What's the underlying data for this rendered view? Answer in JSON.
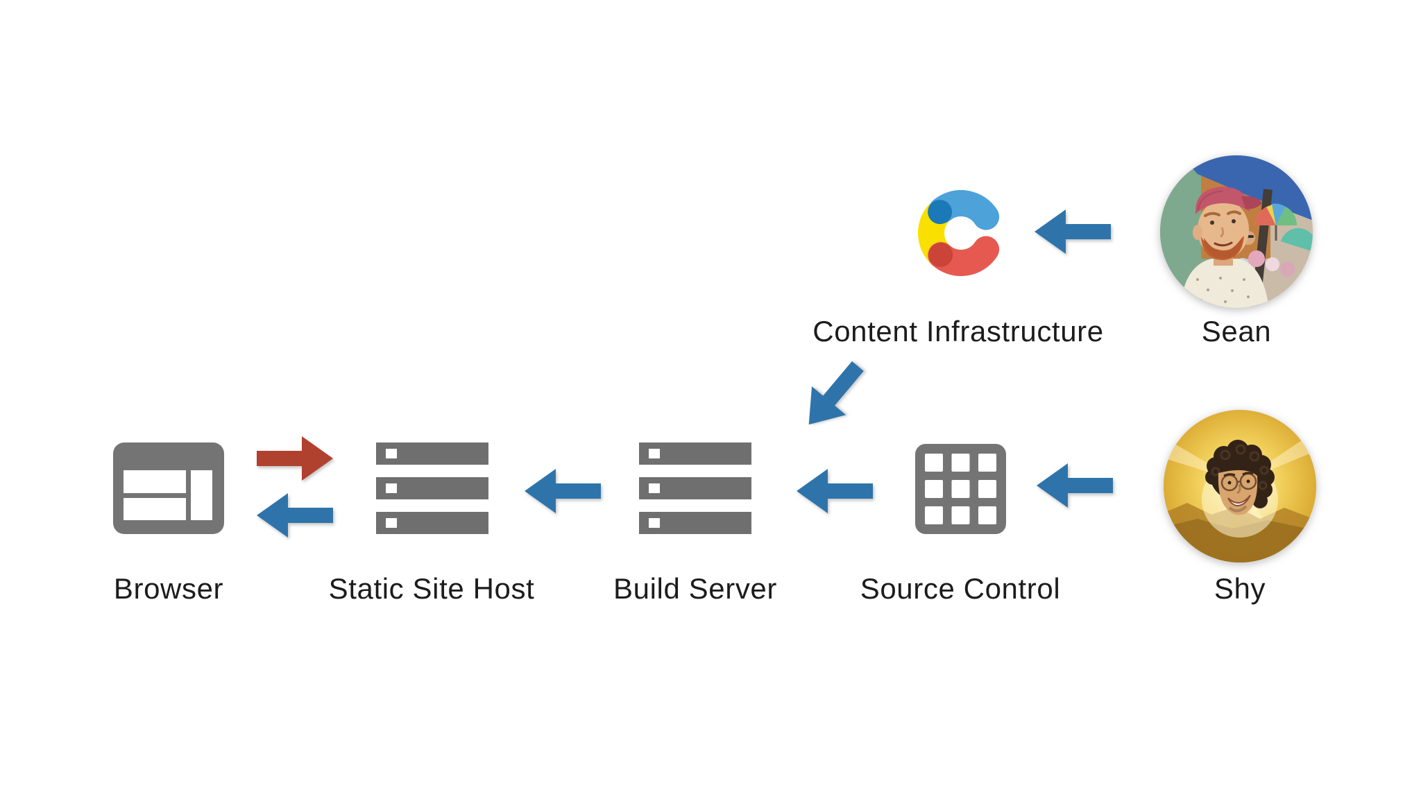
{
  "diagram": {
    "background": "#FFFFFF",
    "nodes": {
      "browser": {
        "label": "Browser",
        "icon": "browser-window-icon"
      },
      "static_site_host": {
        "label": "Static Site Host",
        "icon": "server-stack-icon"
      },
      "build_server": {
        "label": "Build Server",
        "icon": "server-stack-icon"
      },
      "source_control": {
        "label": "Source Control",
        "icon": "grid-icon"
      },
      "content_infrastructure": {
        "label": "Content Infrastructure",
        "icon": "contentful-logo-icon"
      },
      "sean": {
        "label": "Sean",
        "icon": "avatar-photo"
      },
      "shy": {
        "label": "Shy",
        "icon": "avatar-photo"
      }
    },
    "edges": [
      {
        "from": "sean",
        "to": "content_infrastructure",
        "style": "blue-arrow"
      },
      {
        "from": "content_infrastructure",
        "to": "build_server",
        "style": "blue-arrow"
      },
      {
        "from": "shy",
        "to": "source_control",
        "style": "blue-arrow"
      },
      {
        "from": "source_control",
        "to": "build_server",
        "style": "blue-arrow"
      },
      {
        "from": "build_server",
        "to": "static_site_host",
        "style": "blue-arrow"
      },
      {
        "from": "static_site_host",
        "to": "browser",
        "style": "blue-arrow"
      },
      {
        "from": "browser",
        "to": "static_site_host",
        "style": "red-arrow"
      }
    ],
    "colors": {
      "arrow_blue": "#2E74AA",
      "arrow_red": "#B0412F",
      "icon_gray": "#747474",
      "text": "#1C1C1E",
      "contentful_blue": "#4CA2D9",
      "contentful_blue_dark": "#1B79B7",
      "contentful_yellow": "#F9E000",
      "contentful_red": "#E65951",
      "contentful_red_dark": "#CC4437"
    }
  }
}
